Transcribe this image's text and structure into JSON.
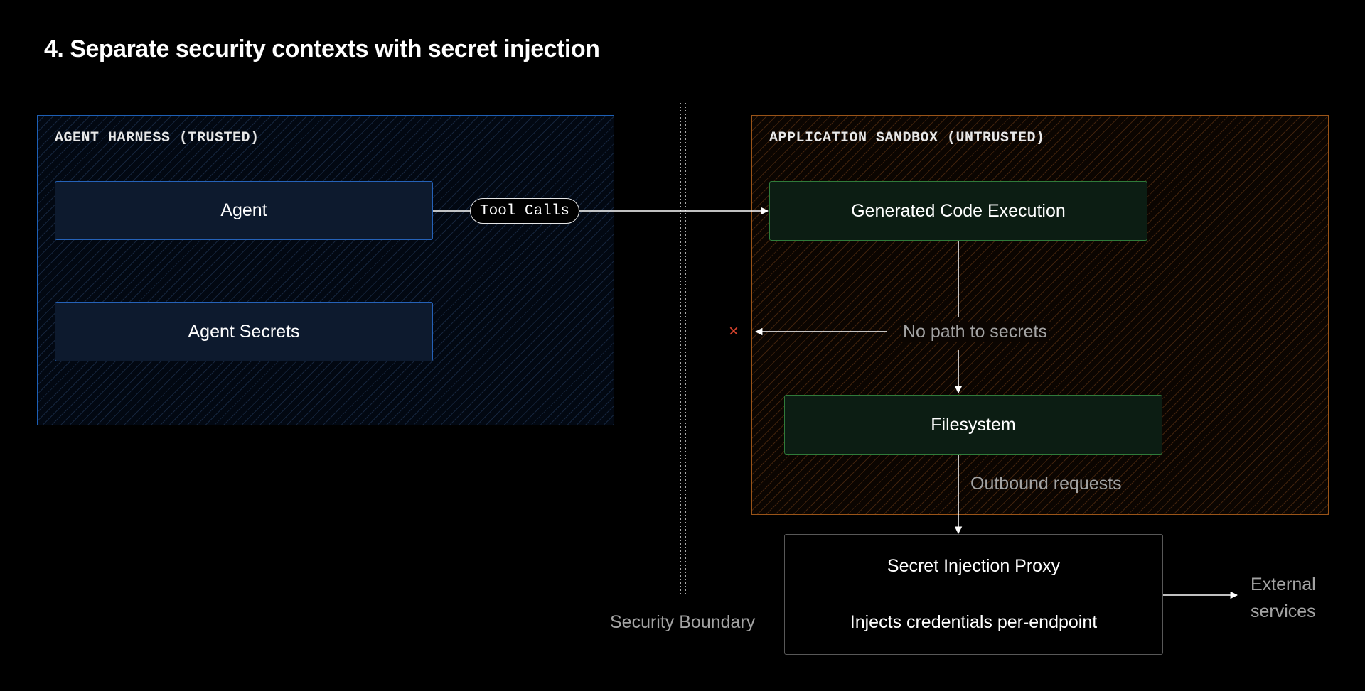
{
  "title": "4. Separate security contexts with secret injection",
  "zones": {
    "trusted": {
      "label": "AGENT HARNESS (TRUSTED)"
    },
    "untrusted": {
      "label": "APPLICATION SANDBOX (UNTRUSTED)"
    }
  },
  "nodes": {
    "agent": "Agent",
    "agent_secrets": "Agent Secrets",
    "generated_code": "Generated Code Execution",
    "filesystem": "Filesystem",
    "proxy_title": "Secret Injection Proxy",
    "proxy_subtitle": "Injects credentials per-endpoint"
  },
  "edges": {
    "tool_calls": "Tool Calls",
    "no_path": "No path to secrets",
    "outbound": "Outbound requests",
    "blocked_symbol": "×"
  },
  "boundary_label": "Security Boundary",
  "external_label": "External services",
  "colors": {
    "background": "#000000",
    "trusted_border": "#1d5fb5",
    "untrusted_border": "#9a5418",
    "node_blue_fill": "#0d1a2e",
    "node_green_fill": "#0c1d13",
    "node_green_border": "#2f7b3a",
    "blocked_mark": "#d9442e",
    "muted_text": "#a3a3a3"
  }
}
